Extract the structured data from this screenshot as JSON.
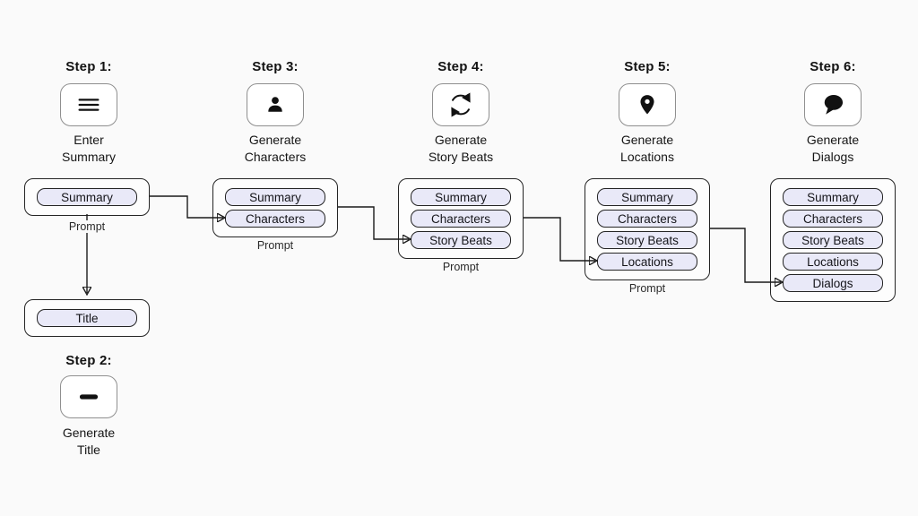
{
  "page": {
    "background": "#fafafa"
  },
  "colors": {
    "pill_fill": "#e9e9f8",
    "pill_border": "#242424",
    "box_fill": "#fdfdfd",
    "box_border": "#242424",
    "icon_box_border": "#8f8f8f",
    "connector": "#1a1a1a"
  },
  "columns": [
    {
      "step_label": "Step 1:",
      "icon": "menu-icon",
      "caption": "Enter\nSummary",
      "pills": [
        "Summary"
      ],
      "prompt_label": "Prompt"
    },
    {
      "step_label": "Step 3:",
      "icon": "person-icon",
      "caption": "Generate\nCharacters",
      "pills": [
        "Summary",
        "Characters"
      ],
      "prompt_label": "Prompt"
    },
    {
      "step_label": "Step 4:",
      "icon": "cycle-icon",
      "caption": "Generate\nStory Beats",
      "pills": [
        "Summary",
        "Characters",
        "Story Beats"
      ],
      "prompt_label": "Prompt"
    },
    {
      "step_label": "Step 5:",
      "icon": "pin-icon",
      "caption": "Generate\nLocations",
      "pills": [
        "Summary",
        "Characters",
        "Story Beats",
        "Locations"
      ],
      "prompt_label": "Prompt"
    },
    {
      "step_label": "Step 6:",
      "icon": "speech-bubble-icon",
      "caption": "Generate\nDialogs",
      "pills": [
        "Summary",
        "Characters",
        "Story Beats",
        "Locations",
        "Dialogs"
      ],
      "prompt_label": ""
    }
  ],
  "step2": {
    "step_label": "Step 2:",
    "icon": "dash-icon",
    "caption": "Generate\nTitle",
    "output_pill": "Title"
  }
}
